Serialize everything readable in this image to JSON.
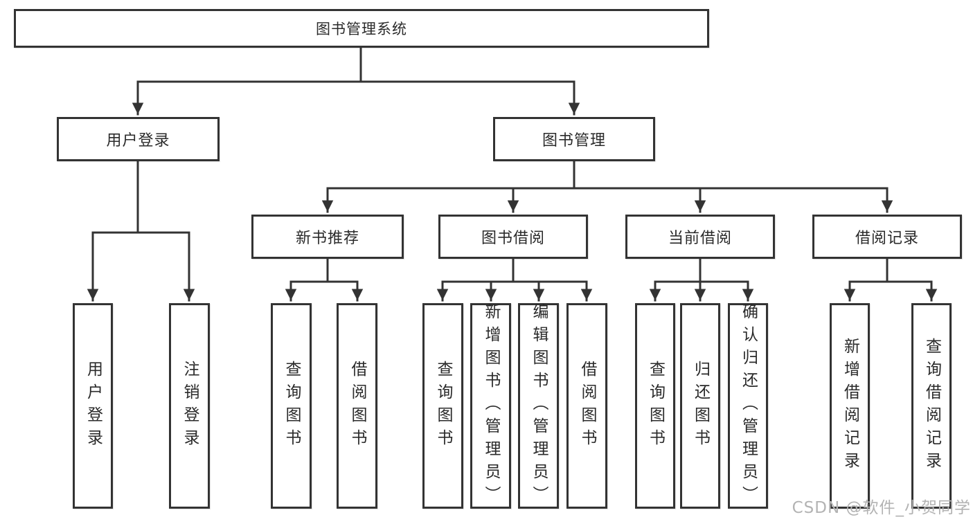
{
  "tree": {
    "label": "图书管理系统",
    "children": [
      {
        "label": "用户登录",
        "children": [
          {
            "label": "用户登录"
          },
          {
            "label": "注销登录"
          }
        ]
      },
      {
        "label": "图书管理",
        "children": [
          {
            "label": "新书推荐",
            "children": [
              {
                "label": "查询图书"
              },
              {
                "label": "借阅图书"
              }
            ]
          },
          {
            "label": "图书借阅",
            "children": [
              {
                "label": "查询图书"
              },
              {
                "label": "新增图书（管理员）"
              },
              {
                "label": "编辑图书（管理员）"
              },
              {
                "label": "借阅图书"
              }
            ]
          },
          {
            "label": "当前借阅",
            "children": [
              {
                "label": "查询图书"
              },
              {
                "label": "归还图书"
              },
              {
                "label": "确认归还（管理员）"
              }
            ]
          },
          {
            "label": "借阅记录",
            "children": [
              {
                "label": "新增借阅记录"
              },
              {
                "label": "查询借阅记录"
              }
            ]
          }
        ]
      }
    ]
  },
  "watermark": "CSDN @软件_小贺同学",
  "colors": {
    "line": "#333333",
    "box_border": "#333333",
    "text": "#2a2a2a",
    "watermark": "#b3b3b3",
    "background": "#ffffff"
  }
}
